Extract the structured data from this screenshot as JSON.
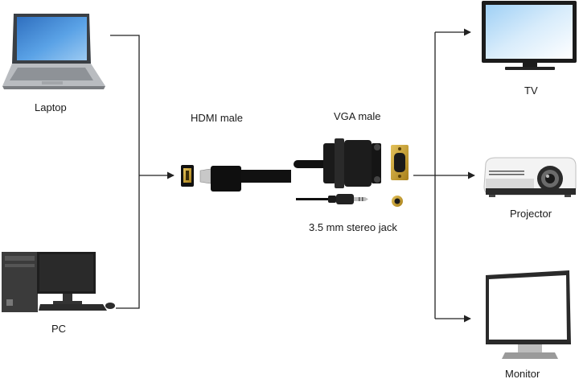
{
  "labels": {
    "laptop": "Laptop",
    "pc": "PC",
    "hdmi": "HDMI male",
    "vga": "VGA male",
    "jack": "3.5 mm stereo jack",
    "tv": "TV",
    "projector": "Projector",
    "monitor": "Monitor"
  },
  "colors": {
    "line": "#222222",
    "screen": "#4a8fd6",
    "gold": "#c9a227",
    "cable": "#111111"
  },
  "icons": [
    "laptop-icon",
    "pc-icon",
    "hdmi-female-icon",
    "hdmi-cable-icon",
    "vga-cable-icon",
    "vga-female-icon",
    "audio-jack-icon",
    "audio-socket-icon",
    "tv-icon",
    "projector-icon",
    "monitor-icon"
  ]
}
